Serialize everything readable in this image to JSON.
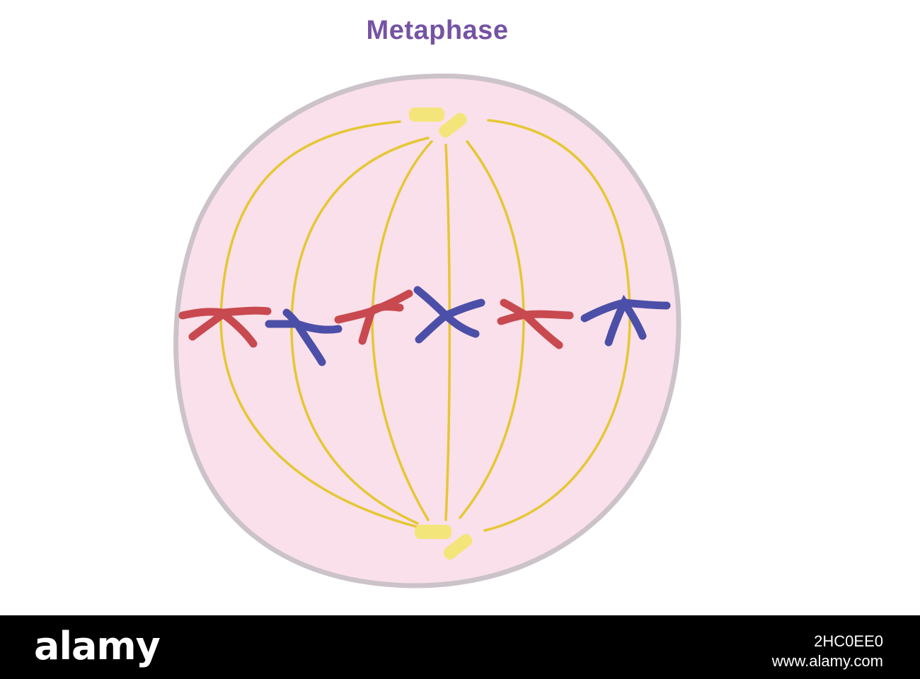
{
  "diagram": {
    "title": "Metaphase",
    "colors": {
      "title": "#7553a3",
      "cell_fill": "#fae0ea",
      "cell_border": "#cbc3c9",
      "spindle_fiber": "#e5c734",
      "centriole": "#f4e57a",
      "chromosome_red": "#c8494f",
      "chromosome_blue": "#4b4fa8"
    },
    "chromosomes": [
      {
        "color": "red"
      },
      {
        "color": "blue"
      },
      {
        "color": "red"
      },
      {
        "color": "blue"
      },
      {
        "color": "red"
      },
      {
        "color": "blue"
      }
    ]
  },
  "footer": {
    "logo": "alamy",
    "image_id": "2HC0EE0",
    "url": "www.alamy.com"
  }
}
